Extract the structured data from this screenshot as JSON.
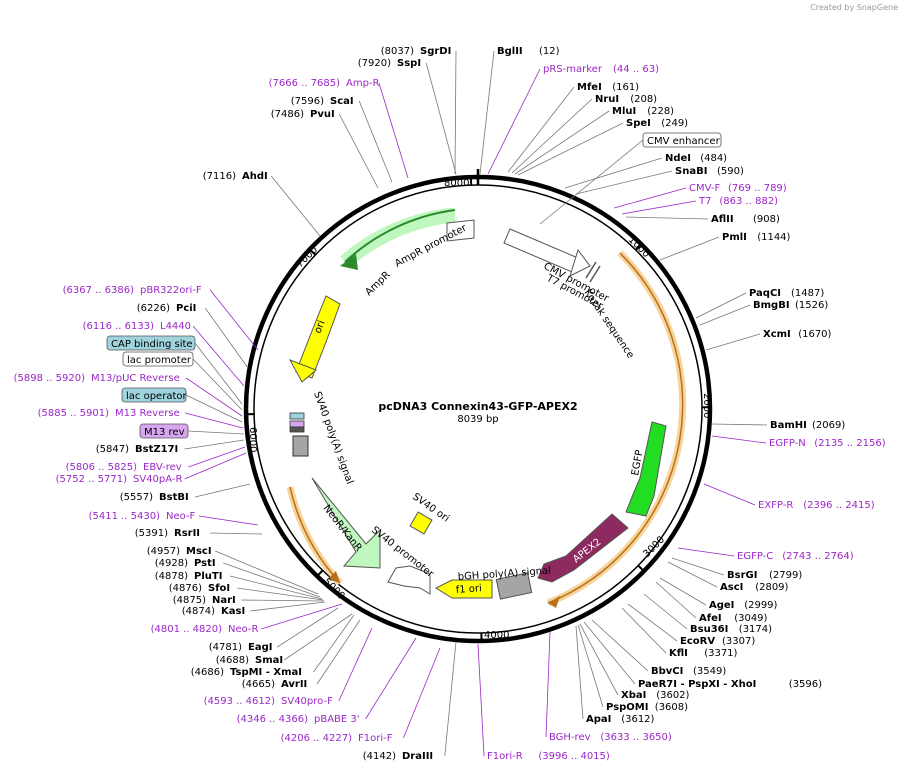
{
  "credit": "Created by SnapGene",
  "plasmid": {
    "name": "pcDNA3 Connexin43-GFP-APEX2",
    "size": "8039 bp",
    "length": 8039
  },
  "ticks": [
    "1000",
    "2000",
    "3000",
    "4000",
    "5000",
    "6000",
    "7000",
    "8000"
  ],
  "features": [
    {
      "label": "CMV enhancer",
      "start": 235,
      "end": 614,
      "color": "#ffffff"
    },
    {
      "label": "CMV promoter",
      "start": 615,
      "end": 818,
      "color": "#ffffff"
    },
    {
      "label": "T7 promoter",
      "start": 863,
      "end": 881,
      "color": "#ffffff"
    },
    {
      "label": "Kozak sequence",
      "start": 905,
      "end": 914,
      "color": "#ffffff"
    },
    {
      "label": "EGFP",
      "start": 2001,
      "end": 2720,
      "color": "#22dd22"
    },
    {
      "label": "APEX2",
      "start": 2745,
      "end": 3490,
      "color": "#8e2a60"
    },
    {
      "label": "bGH poly(A) signal",
      "start": 3620,
      "end": 3844,
      "color": "#a5a5a5"
    },
    {
      "label": "f1 ori",
      "start": 3890,
      "end": 4318,
      "color": "#ffff00"
    },
    {
      "label": "SV40 promoter",
      "start": 4324,
      "end": 4653,
      "color": "#ffffff"
    },
    {
      "label": "NeoR/KanR",
      "start": 4700,
      "end": 5494,
      "color": "#bff7bf"
    },
    {
      "label": "SV40 poly(A) signal",
      "start": 5668,
      "end": 5789,
      "color": "#a5a5a5"
    },
    {
      "label": "SV40 ori",
      "start": 4500,
      "end": 4550,
      "color": "#ffff00"
    },
    {
      "label": "ori",
      "start": 6180,
      "end": 6768,
      "color": "#ffff00"
    },
    {
      "label": "AmpR",
      "start": 6939,
      "end": 7799,
      "color": "#bff7bf"
    },
    {
      "label": "AmpR promoter",
      "start": 7800,
      "end": 7904,
      "color": "#ffffff"
    }
  ],
  "left_labels": [
    {
      "pos": "(8037)",
      "name": "SgrDI",
      "kind": "enzyme"
    },
    {
      "pos": "(7920)",
      "name": "SspI",
      "kind": "enzyme"
    },
    {
      "pos": "(7666 .. 7685)",
      "name": "Amp-R",
      "kind": "primer"
    },
    {
      "pos": "(7596)",
      "name": "ScaI",
      "kind": "enzyme"
    },
    {
      "pos": "(7486)",
      "name": "PvuI",
      "kind": "enzyme"
    },
    {
      "pos": "(7116)",
      "name": "AhdI",
      "kind": "enzyme"
    },
    {
      "pos": "(6367 .. 6386)",
      "name": "pBR322ori-F",
      "kind": "primer"
    },
    {
      "pos": "(6226)",
      "name": "PciI",
      "kind": "enzyme"
    },
    {
      "pos": "(6116 .. 6133)",
      "name": "L4440",
      "kind": "primer"
    },
    {
      "pos": "",
      "name": "CAP binding site",
      "kind": "box-blue"
    },
    {
      "pos": "",
      "name": "lac promoter",
      "kind": "box-white"
    },
    {
      "pos": "(5898 .. 5920)",
      "name": "M13/pUC Reverse",
      "kind": "primer"
    },
    {
      "pos": "",
      "name": "lac operator",
      "kind": "box-blue"
    },
    {
      "pos": "(5885 .. 5901)",
      "name": "M13 Reverse",
      "kind": "primer"
    },
    {
      "pos": "",
      "name": "M13 rev",
      "kind": "box-purple"
    },
    {
      "pos": "(5847)",
      "name": "BstZ17I",
      "kind": "enzyme"
    },
    {
      "pos": "(5806 .. 5825)",
      "name": "EBV-rev",
      "kind": "primer"
    },
    {
      "pos": "(5752 .. 5771)",
      "name": "SV40pA-R",
      "kind": "primer"
    },
    {
      "pos": "(5557)",
      "name": "BstBI",
      "kind": "enzyme"
    },
    {
      "pos": "(5411 .. 5430)",
      "name": "Neo-F",
      "kind": "primer"
    },
    {
      "pos": "(5391)",
      "name": "RsrII",
      "kind": "enzyme"
    },
    {
      "pos": "(4957)",
      "name": "MscI",
      "kind": "enzyme"
    },
    {
      "pos": "(4928)",
      "name": "PstI",
      "kind": "enzyme"
    },
    {
      "pos": "(4878)",
      "name": "PluTI",
      "kind": "enzyme"
    },
    {
      "pos": "(4876)",
      "name": "SfoI",
      "kind": "enzyme"
    },
    {
      "pos": "(4875)",
      "name": "NarI",
      "kind": "enzyme"
    },
    {
      "pos": "(4874)",
      "name": "KasI",
      "kind": "enzyme"
    },
    {
      "pos": "(4801 .. 4820)",
      "name": "Neo-R",
      "kind": "primer"
    },
    {
      "pos": "(4781)",
      "name": "EagI",
      "kind": "enzyme"
    },
    {
      "pos": "(4688)",
      "name": "SmaI",
      "kind": "enzyme"
    },
    {
      "pos": "(4686)",
      "name": "TspMI - XmaI",
      "kind": "enzyme"
    },
    {
      "pos": "(4665)",
      "name": "AvrII",
      "kind": "enzyme"
    },
    {
      "pos": "(4593 .. 4612)",
      "name": "SV40pro-F",
      "kind": "primer"
    },
    {
      "pos": "(4346 .. 4366)",
      "name": "pBABE 3'",
      "kind": "primer"
    },
    {
      "pos": "(4206 .. 4227)",
      "name": "F1ori-F",
      "kind": "primer"
    },
    {
      "pos": "(4142)",
      "name": "DraIII",
      "kind": "enzyme"
    }
  ],
  "right_labels": [
    {
      "name": "BglII",
      "pos": "(12)",
      "kind": "enzyme"
    },
    {
      "name": "pRS-marker",
      "pos": "(44 .. 63)",
      "kind": "primer"
    },
    {
      "name": "MfeI",
      "pos": "(161)",
      "kind": "enzyme"
    },
    {
      "name": "NruI",
      "pos": "(208)",
      "kind": "enzyme"
    },
    {
      "name": "MluI",
      "pos": "(228)",
      "kind": "enzyme"
    },
    {
      "name": "SpeI",
      "pos": "(249)",
      "kind": "enzyme"
    },
    {
      "name": "CMV enhancer",
      "pos": "",
      "kind": "box-white"
    },
    {
      "name": "NdeI",
      "pos": "(484)",
      "kind": "enzyme"
    },
    {
      "name": "SnaBI",
      "pos": "(590)",
      "kind": "enzyme"
    },
    {
      "name": "CMV-F",
      "pos": "(769 .. 789)",
      "kind": "primer"
    },
    {
      "name": "T7",
      "pos": "(863 .. 882)",
      "kind": "primer"
    },
    {
      "name": "AflII",
      "pos": "(908)",
      "kind": "enzyme"
    },
    {
      "name": "PmlI",
      "pos": "(1144)",
      "kind": "enzyme"
    },
    {
      "name": "PaqCI",
      "pos": "(1487)",
      "kind": "enzyme"
    },
    {
      "name": "BmgBI",
      "pos": "(1526)",
      "kind": "enzyme"
    },
    {
      "name": "XcmI",
      "pos": "(1670)",
      "kind": "enzyme"
    },
    {
      "name": "BamHI",
      "pos": "(2069)",
      "kind": "enzyme"
    },
    {
      "name": "EGFP-N",
      "pos": "(2135 .. 2156)",
      "kind": "primer"
    },
    {
      "name": "EXFP-R",
      "pos": "(2396 .. 2415)",
      "kind": "primer"
    },
    {
      "name": "EGFP-C",
      "pos": "(2743 .. 2764)",
      "kind": "primer"
    },
    {
      "name": "BsrGI",
      "pos": "(2799)",
      "kind": "enzyme"
    },
    {
      "name": "AscI",
      "pos": "(2809)",
      "kind": "enzyme"
    },
    {
      "name": "AgeI",
      "pos": "(2999)",
      "kind": "enzyme"
    },
    {
      "name": "AfeI",
      "pos": "(3049)",
      "kind": "enzyme"
    },
    {
      "name": "Bsu36I",
      "pos": "(3174)",
      "kind": "enzyme"
    },
    {
      "name": "EcoRV",
      "pos": "(3307)",
      "kind": "enzyme"
    },
    {
      "name": "KflI",
      "pos": "(3371)",
      "kind": "enzyme"
    },
    {
      "name": "BbvCI",
      "pos": "(3549)",
      "kind": "enzyme"
    },
    {
      "name": "PaeR7I - PspXI - XhoI",
      "pos": "(3596)",
      "kind": "enzyme"
    },
    {
      "name": "XbaI",
      "pos": "(3602)",
      "kind": "enzyme"
    },
    {
      "name": "PspOMI",
      "pos": "(3608)",
      "kind": "enzyme"
    },
    {
      "name": "ApaI",
      "pos": "(3612)",
      "kind": "enzyme"
    },
    {
      "name": "BGH-rev",
      "pos": "(3633 .. 3650)",
      "kind": "primer"
    },
    {
      "name": "F1ori-R",
      "pos": "(3996 .. 4015)",
      "kind": "primer"
    }
  ],
  "colors": {
    "primer": "#9b27c8",
    "ring": "#000000",
    "orf": "#e8a33c",
    "box_blue": "#9fd3dd",
    "box_purple": "#d9a6f0"
  }
}
